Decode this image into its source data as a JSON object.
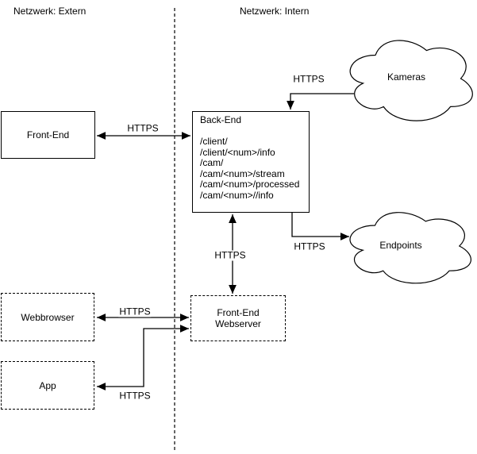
{
  "zones": {
    "extern_label": "Netzwerk: Extern",
    "intern_label": "Netzwerk: Intern"
  },
  "nodes": {
    "front_end": {
      "label": "Front-End"
    },
    "back_end": {
      "title": "Back-End",
      "routes": [
        "/client/",
        "/client/<num>/info",
        "/cam/",
        "/cam/<num>/stream",
        "/cam/<num>/processed",
        "/cam/<num>//info"
      ]
    },
    "webbrowser": {
      "label": "Webbrowser"
    },
    "app": {
      "label": "App"
    },
    "webserver": {
      "label_line1": "Front-End",
      "label_line2": "Webserver"
    },
    "kameras": {
      "label": "Kameras"
    },
    "endpoints": {
      "label": "Endpoints"
    }
  },
  "edges": {
    "frontend_backend": {
      "label": "HTTPS"
    },
    "kameras_backend": {
      "label": "HTTPS"
    },
    "backend_webserver": {
      "label": "HTTPS"
    },
    "backend_endpoints": {
      "label": "HTTPS"
    },
    "webbrowser_webserver": {
      "label": "HTTPS"
    },
    "app_webserver": {
      "label": "HTTPS"
    }
  },
  "colors": {
    "stroke": "#000000",
    "background": "#ffffff",
    "text": "#000000"
  }
}
